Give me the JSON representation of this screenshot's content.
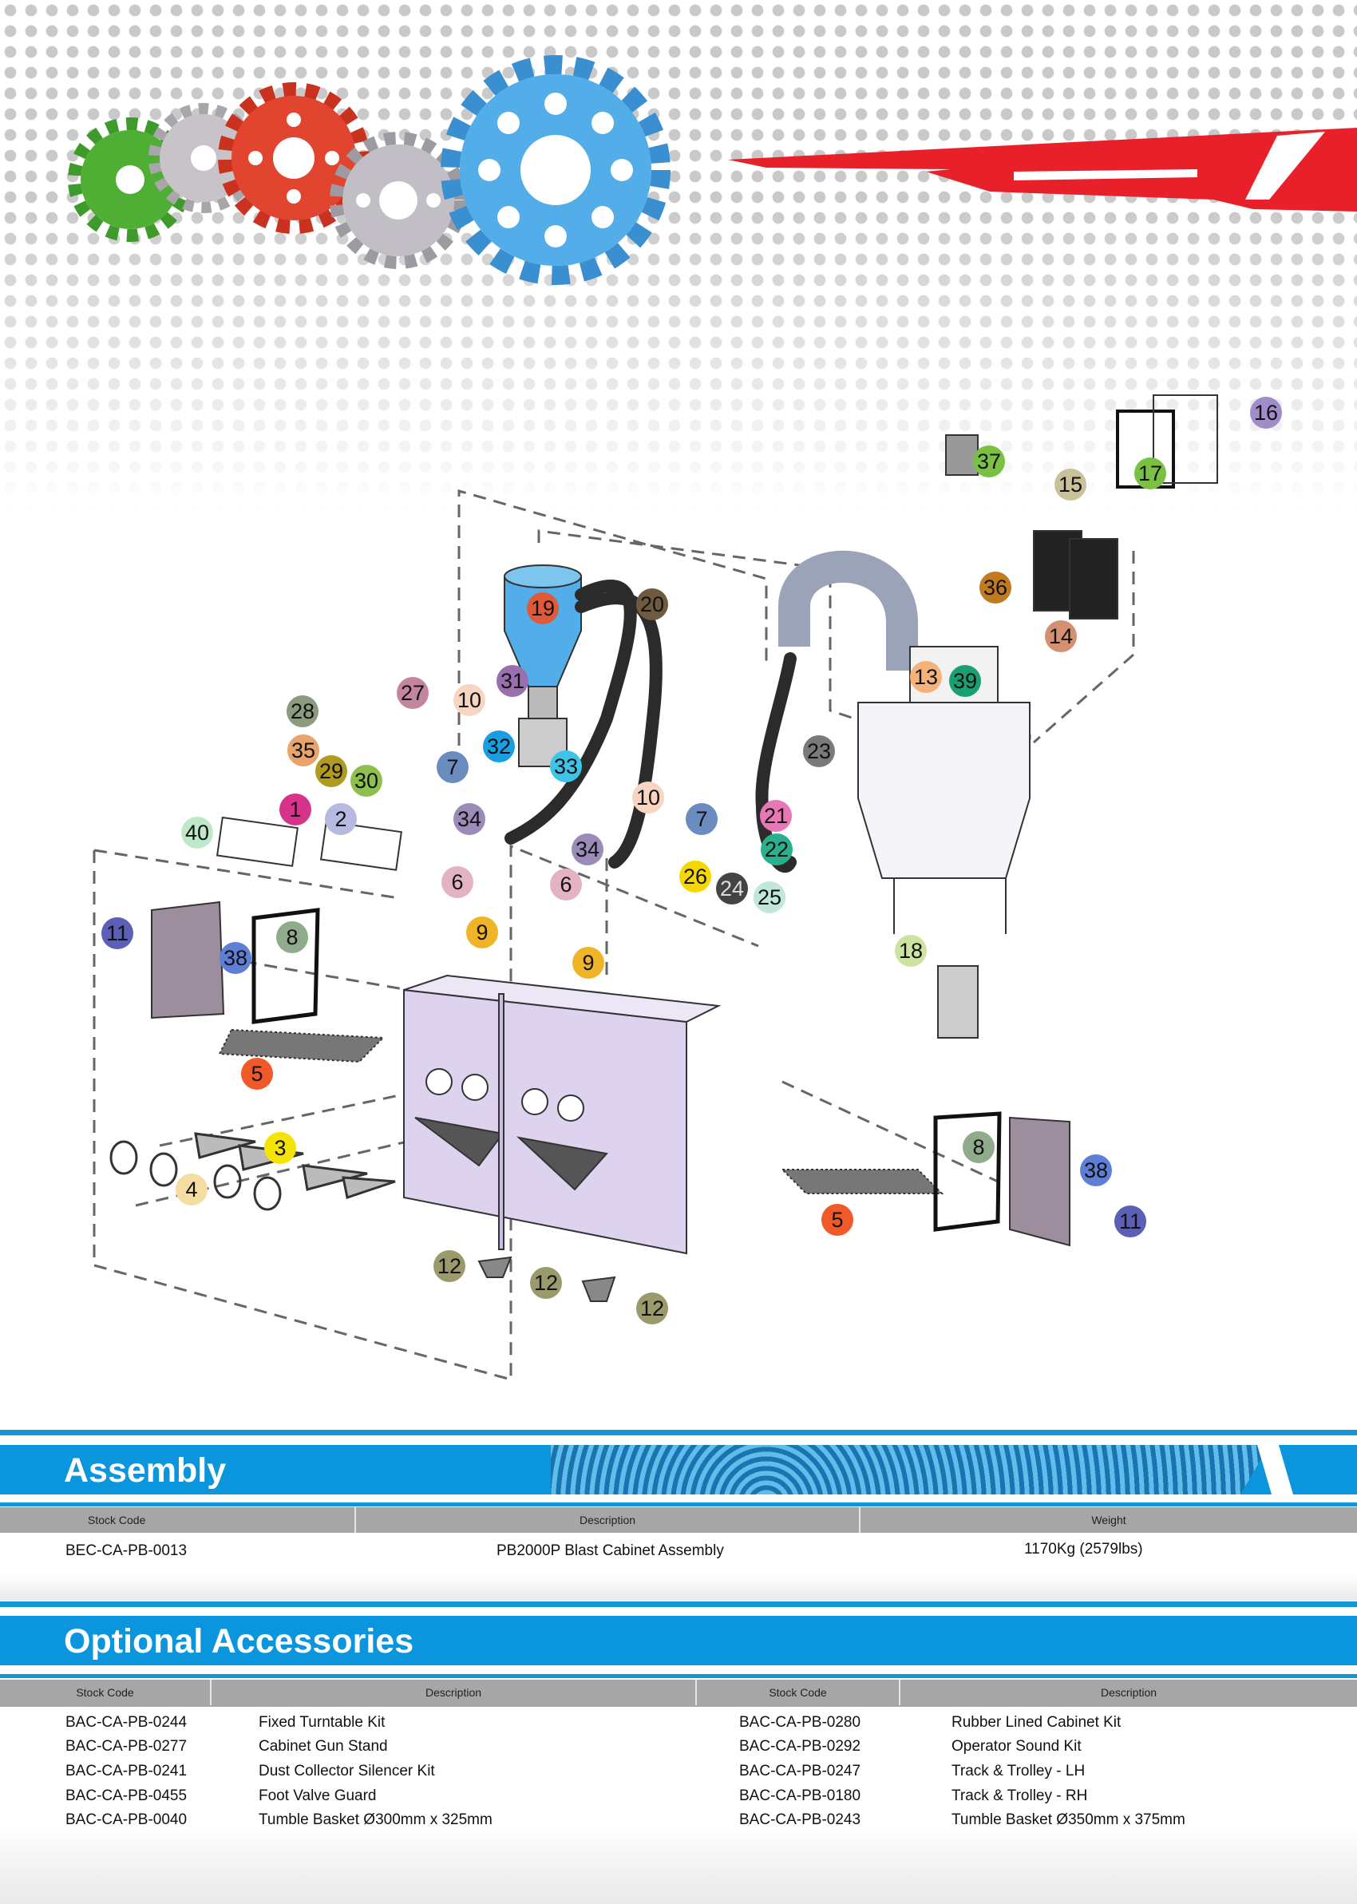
{
  "diagram": {
    "callouts": [
      "1",
      "2",
      "3",
      "4",
      "5",
      "5",
      "6",
      "6",
      "7",
      "7",
      "8",
      "8",
      "9",
      "9",
      "10",
      "10",
      "11",
      "11",
      "12",
      "12",
      "12",
      "13",
      "14",
      "15",
      "16",
      "17",
      "18",
      "19",
      "20",
      "21",
      "22",
      "23",
      "24",
      "25",
      "26",
      "27",
      "28",
      "29",
      "30",
      "31",
      "32",
      "33",
      "34",
      "34",
      "35",
      "36",
      "37",
      "38",
      "38",
      "39",
      "40"
    ]
  },
  "assembly": {
    "title": "Assembly",
    "headers": {
      "stock_code": "Stock Code",
      "description": "Description",
      "weight": "Weight"
    },
    "row": {
      "stock_code": "BEC-CA-PB-0013",
      "description": "PB2000P Blast Cabinet Assembly",
      "weight": "1170Kg (2579lbs)"
    }
  },
  "accessories": {
    "title": "Optional Accessories",
    "headers": {
      "stock_code": "Stock Code",
      "description": "Description"
    },
    "left": [
      {
        "code": "BAC-CA-PB-0244",
        "desc": "Fixed Turntable Kit"
      },
      {
        "code": "BAC-CA-PB-0277",
        "desc": "Cabinet Gun Stand"
      },
      {
        "code": "BAC-CA-PB-0241",
        "desc": "Dust Collector Silencer Kit"
      },
      {
        "code": "BAC-CA-PB-0455",
        "desc": "Foot Valve Guard"
      },
      {
        "code": "BAC-CA-PB-0040",
        "desc": "Tumble Basket Ø300mm x 325mm"
      }
    ],
    "right": [
      {
        "code": "BAC-CA-PB-0280",
        "desc": "Rubber Lined Cabinet Kit"
      },
      {
        "code": "BAC-CA-PB-0292",
        "desc": "Operator Sound Kit"
      },
      {
        "code": "BAC-CA-PB-0247",
        "desc": "Track & Trolley - LH"
      },
      {
        "code": "BAC-CA-PB-0180",
        "desc": "Track & Trolley - RH"
      },
      {
        "code": "BAC-CA-PB-0243",
        "desc": "Tumble Basket Ø350mm x 375mm"
      }
    ]
  }
}
